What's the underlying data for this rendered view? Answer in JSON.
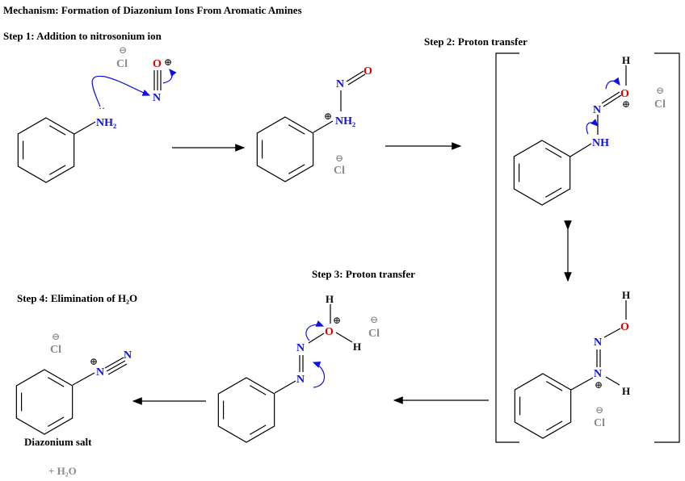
{
  "title": "Mechanism: Formation of Diazonium Ions From Aromatic Amines",
  "steps": {
    "step1": "Step 1: Addition to nitrosonium ion",
    "step2": "Step 2: Proton transfer",
    "step3": "Step 3: Proton transfer",
    "step4": "Step 4: Elimination of H₂O"
  },
  "atoms": {
    "nh2": "NH₂",
    "nh": "NH",
    "n": "N",
    "o": "O",
    "h": "H",
    "cl": "Cl",
    "plus": "⊕",
    "minus": "⊖"
  },
  "labels": {
    "product": "Diazonium salt",
    "byproduct": "+  H₂O"
  },
  "colors": {
    "nitrogen": "#1010e0",
    "oxygen": "#e00000",
    "chloride": "#8a8a8a",
    "arrow": "#1010e0"
  }
}
